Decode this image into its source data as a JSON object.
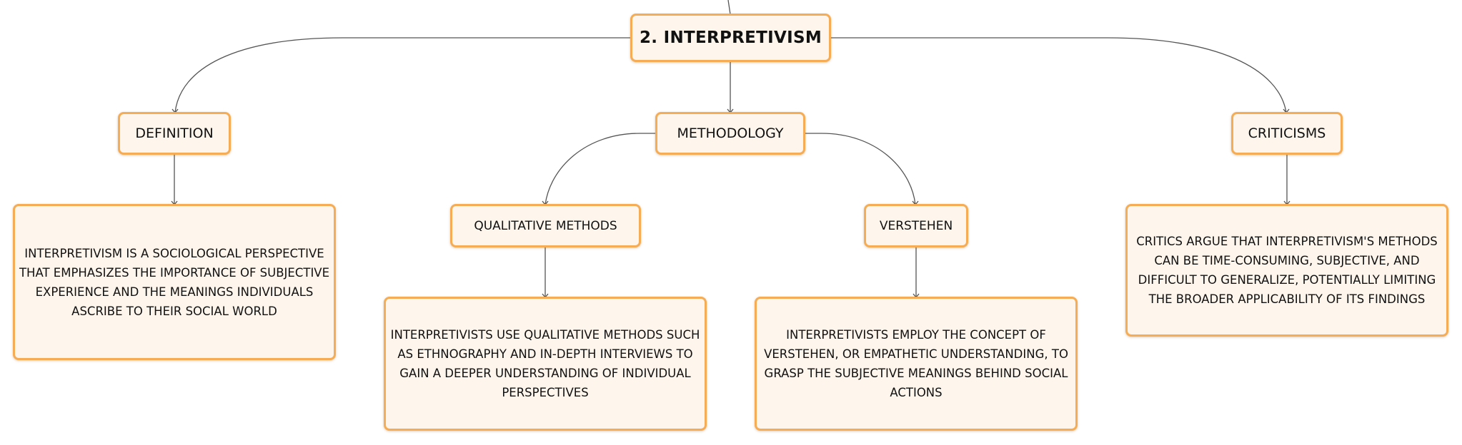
{
  "map": {
    "root": {
      "label": "2. INTERPRETIVISM"
    },
    "definition": {
      "label": "DEFINITION",
      "text": "INTERPRETIVISM IS A SOCIOLOGICAL PERSPECTIVE THAT EMPHASIZES THE IMPORTANCE OF SUBJECTIVE EXPERIENCE AND THE MEANINGS INDIVIDUALS ASCRIBE TO THEIR SOCIAL WORLD"
    },
    "methodology": {
      "label": "METHODOLOGY",
      "qualitative": {
        "label": "QUALITATIVE METHODS",
        "text": "INTERPRETIVISTS USE QUALITATIVE METHODS SUCH AS ETHNOGRAPHY AND IN-DEPTH INTERVIEWS TO GAIN A DEEPER UNDERSTANDING OF INDIVIDUAL PERSPECTIVES"
      },
      "verstehen": {
        "label": "VERSTEHEN",
        "text": "INTERPRETIVISTS EMPLOY THE CONCEPT OF VERSTEHEN, OR EMPATHETIC UNDERSTANDING, TO GRASP THE SUBJECTIVE MEANINGS BEHIND SOCIAL ACTIONS"
      }
    },
    "criticisms": {
      "label": "CRITICISMS",
      "text": "CRITICS ARGUE THAT INTERPRETIVISM'S METHODS CAN BE TIME-CONSUMING, SUBJECTIVE, AND DIFFICULT TO GENERALIZE, POTENTIALLY LIMITING THE BROADER APPLICABILITY OF ITS FINDINGS"
    }
  },
  "colors": {
    "node_fill": "#fef5ec",
    "node_border": "#f5ac55",
    "connector": "#555555",
    "text": "#111111"
  }
}
